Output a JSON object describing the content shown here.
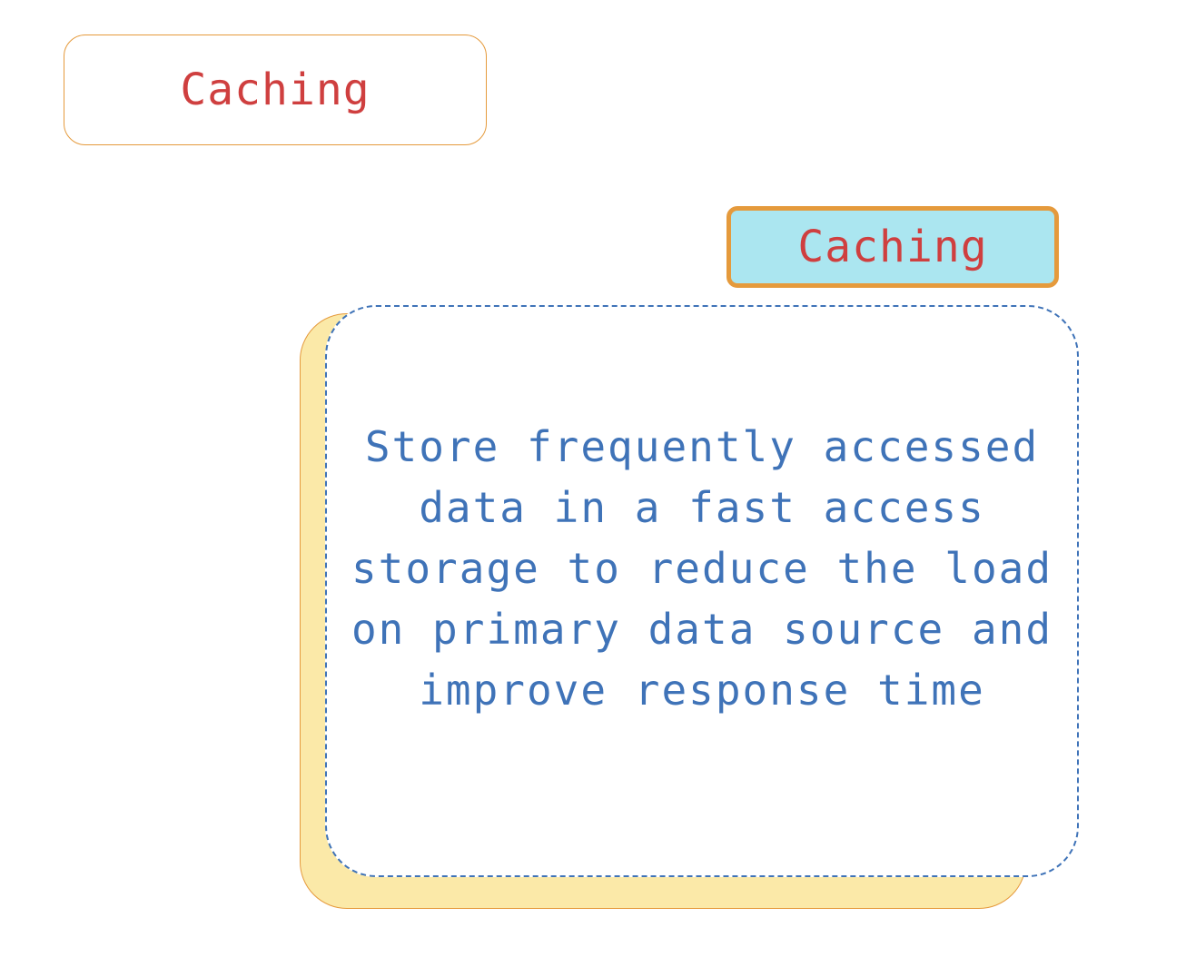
{
  "heading": {
    "label": "Caching"
  },
  "card": {
    "tag": "Caching",
    "description": "Store frequently accessed data in a fast access storage to reduce the load on primary data source and improve response time"
  },
  "colors": {
    "heading_text": "#cf3f3f",
    "box_border": "#e59a3c",
    "tag_fill": "#abe6f0",
    "card_shadow_fill": "#fbe9a8",
    "card_text": "#3f73b8",
    "card_border": "#3f73b8"
  }
}
